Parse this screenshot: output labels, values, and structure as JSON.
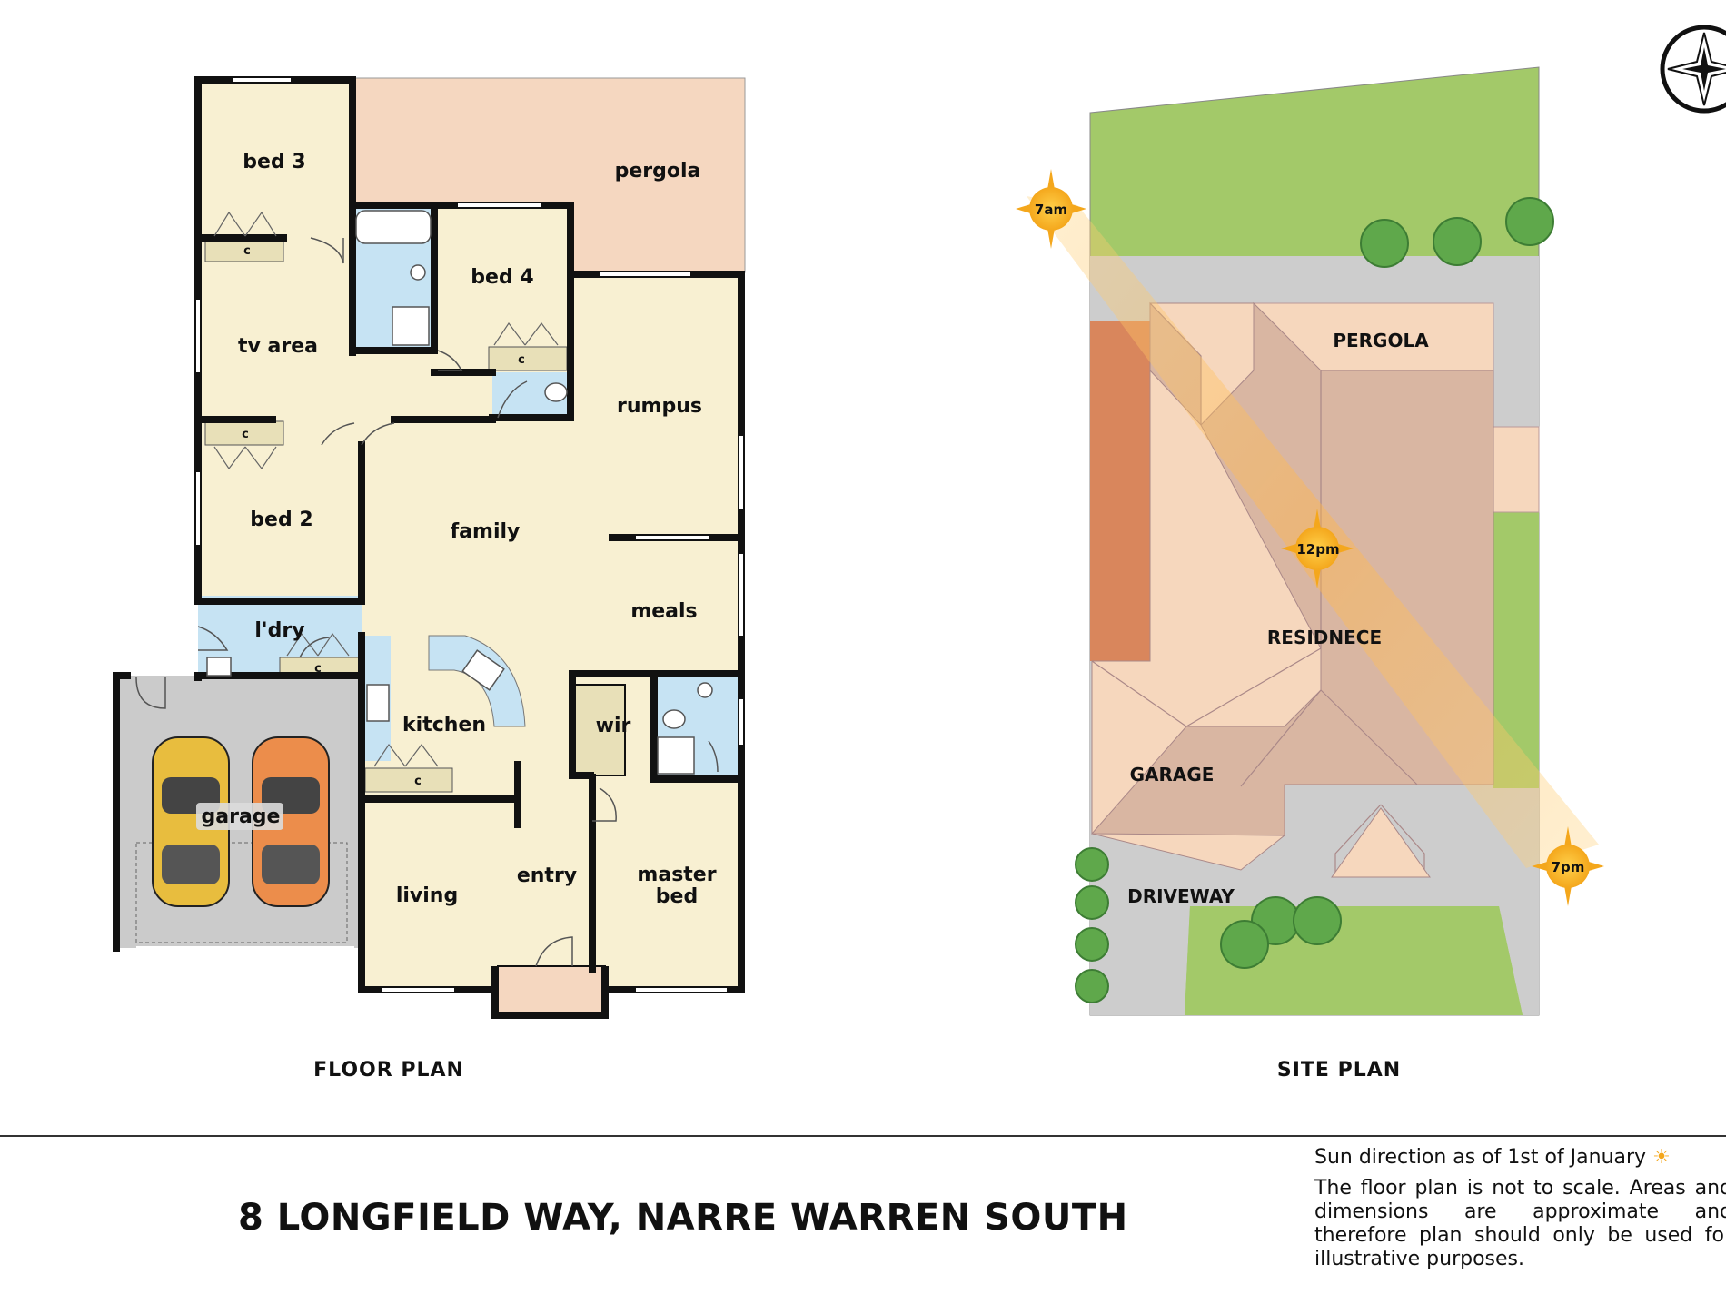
{
  "floor_plan": {
    "title": "FLOOR PLAN",
    "rooms": {
      "bed3": "bed 3",
      "pergola": "pergola",
      "bed4": "bed 4",
      "tv_area": "tv area",
      "rumpus": "rumpus",
      "bed2": "bed 2",
      "family": "family",
      "meals": "meals",
      "laundry": "l'dry",
      "kitchen": "kitchen",
      "wir": "wir",
      "garage": "garage",
      "living": "living",
      "entry": "entry",
      "master_bed_line1": "master",
      "master_bed_line2": "bed"
    },
    "cupboard_label": "c"
  },
  "site_plan": {
    "title": "SITE PLAN",
    "labels": {
      "pergola": "PERGOLA",
      "residence": "RESIDNECE",
      "garage": "GARAGE",
      "driveway": "DRIVEWAY"
    },
    "sun_times": {
      "morning": "7am",
      "noon": "12pm",
      "evening": "7pm"
    }
  },
  "footer": {
    "address": "8 LONGFIELD WAY, NARRE WARREN SOUTH",
    "sun_note": "Sun direction as of 1st of January",
    "disclaimer": "The floor plan is not to scale. Areas and dimensions are approximate and therefore plan should only be used for illustrative purposes."
  },
  "colors": {
    "room_fill": "#f8f0d2",
    "wet_area": "#c6e3f3",
    "pergola": "#f5d7c0",
    "garage_floor": "#cbcbcb",
    "lawn": "#a3c969",
    "roof_light": "#f6d7bd",
    "roof_dark": "#d9b6a2",
    "side_path": "#d9865c",
    "wall": "#111111"
  }
}
